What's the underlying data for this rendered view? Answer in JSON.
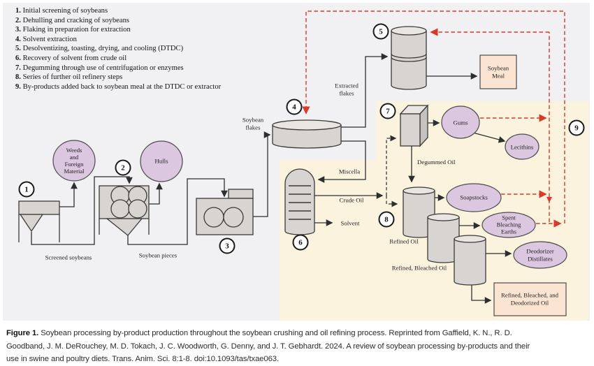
{
  "legend": {
    "items": [
      {
        "n": "1.",
        "t": "Initial screening of soybeans"
      },
      {
        "n": "2.",
        "t": "Dehulling and cracking of soybeans"
      },
      {
        "n": "3.",
        "t": "Flaking in preparation for extraction"
      },
      {
        "n": "4.",
        "t": "Solvent extraction"
      },
      {
        "n": "5.",
        "t": "Desolventizing, toasting, drying, and cooling (DTDC)"
      },
      {
        "n": "6.",
        "t": "Recovery of solvent from crude oil"
      },
      {
        "n": "7.",
        "t": "Degumming through use of centrifugation or enzymes"
      },
      {
        "n": "8.",
        "t": "Series of further oil refinery steps"
      },
      {
        "n": "9.",
        "t": "By-products added back to soybean meal at the DTDC or extractor"
      }
    ]
  },
  "badges": [
    "1",
    "2",
    "3",
    "4",
    "5",
    "6",
    "7",
    "8",
    "9"
  ],
  "labels": {
    "weeds": [
      "Weeds",
      "and",
      "Foreign",
      "Material"
    ],
    "hulls": "Hulls",
    "screened": "Screened soybeans",
    "pieces": "Soybean pieces",
    "flakes": [
      "Soybean",
      "flakes"
    ],
    "extracted": [
      "Extracted",
      "flakes"
    ],
    "miscella": "Miscella",
    "crude": "Crude Oil",
    "solvent": "Solvent",
    "degummed": "Degummed Oil",
    "gums": "Gums",
    "lecithins": "Lecithins",
    "soapstocks": "Soapstocks",
    "sbe": [
      "Spent",
      "Bleaching",
      "Earths"
    ],
    "dd": [
      "Deodorizer",
      "Distillates"
    ],
    "meal": [
      "Soybean",
      "Meal"
    ],
    "rbd": [
      "Refined, Bleached, and",
      "Deodorized Oil"
    ],
    "refined_oil": "Refined Oil",
    "refined_bleached_oil": "Refined, Bleached Oil"
  },
  "caption": {
    "prefix": "Figure 1.",
    "lines": [
      "Soybean processing by-product production throughout the soybean crushing and oil refining process. Reprinted from Gaffield, K. N., R. D.",
      "Goodband, J. M. DeRouchey, M. D. Tokach, J. C. Woodworth, G. Denny, and J. T. Gebhardt. 2024. A review of soybean processing by-products and their",
      "use in swine and poultry diets. Trans. Anim. Sci. 8:1-8. doi:10.1093/tas/txae063."
    ]
  },
  "colors": {
    "figure_background": "#f1f1f4",
    "refining_panel": "#fcf3df",
    "vessel_fill": "#d8d4d1",
    "vessel_lid": "#e8e5e2",
    "byproduct_ellipse": "#dcc7e0",
    "product_box": "#fbe5d2",
    "flow_line": "#2e2e2e",
    "recycle_red": "#d93a28"
  }
}
